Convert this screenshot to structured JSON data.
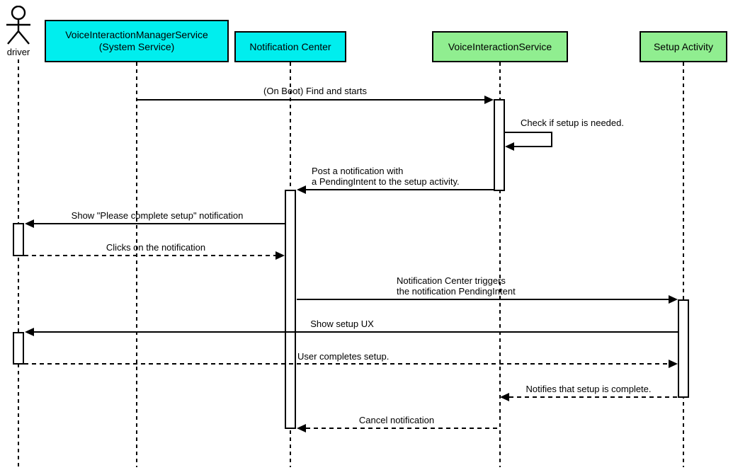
{
  "diagram": {
    "type": "uml-sequence",
    "colors": {
      "participant_cyan": "#00EEEE",
      "participant_green": "#90EE90",
      "line": "#000000",
      "background": "#FFFFFF"
    },
    "participants": [
      {
        "id": "driver",
        "kind": "actor",
        "label": "driver"
      },
      {
        "id": "vims",
        "kind": "object",
        "label": "VoiceInteractionManagerService",
        "sublabel": "(System Service)",
        "fill": "#00EEEE"
      },
      {
        "id": "nc",
        "kind": "object",
        "label": "Notification Center",
        "fill": "#00EEEE"
      },
      {
        "id": "vis",
        "kind": "object",
        "label": "VoiceInteractionService",
        "fill": "#90EE90"
      },
      {
        "id": "sa",
        "kind": "object",
        "label": "Setup Activity",
        "fill": "#90EE90"
      }
    ],
    "messages": [
      {
        "from": "vims",
        "to": "vis",
        "style": "solid",
        "label": "(On Boot) Find and starts"
      },
      {
        "from": "vis",
        "to": "vis",
        "style": "solid-self",
        "label": "Check if setup is needed."
      },
      {
        "from": "vis",
        "to": "nc",
        "style": "solid",
        "label": "Post a notification with",
        "label2": "a PendingIntent to the setup activity."
      },
      {
        "from": "nc",
        "to": "driver",
        "style": "solid",
        "label": "Show \"Please complete setup\" notification"
      },
      {
        "from": "driver",
        "to": "nc",
        "style": "dashed",
        "label": "Clicks on the notification"
      },
      {
        "from": "nc",
        "to": "sa",
        "style": "solid",
        "label": "Notification Center triggers",
        "label2": "the notification PendingIntent"
      },
      {
        "from": "sa",
        "to": "driver",
        "style": "solid",
        "label": "Show setup UX"
      },
      {
        "from": "driver",
        "to": "sa",
        "style": "dashed",
        "label": "User completes setup."
      },
      {
        "from": "sa",
        "to": "vis",
        "style": "dashed",
        "label": "Notifies that setup is complete."
      },
      {
        "from": "vis",
        "to": "nc",
        "style": "dashed",
        "label": "Cancel notification"
      }
    ]
  }
}
